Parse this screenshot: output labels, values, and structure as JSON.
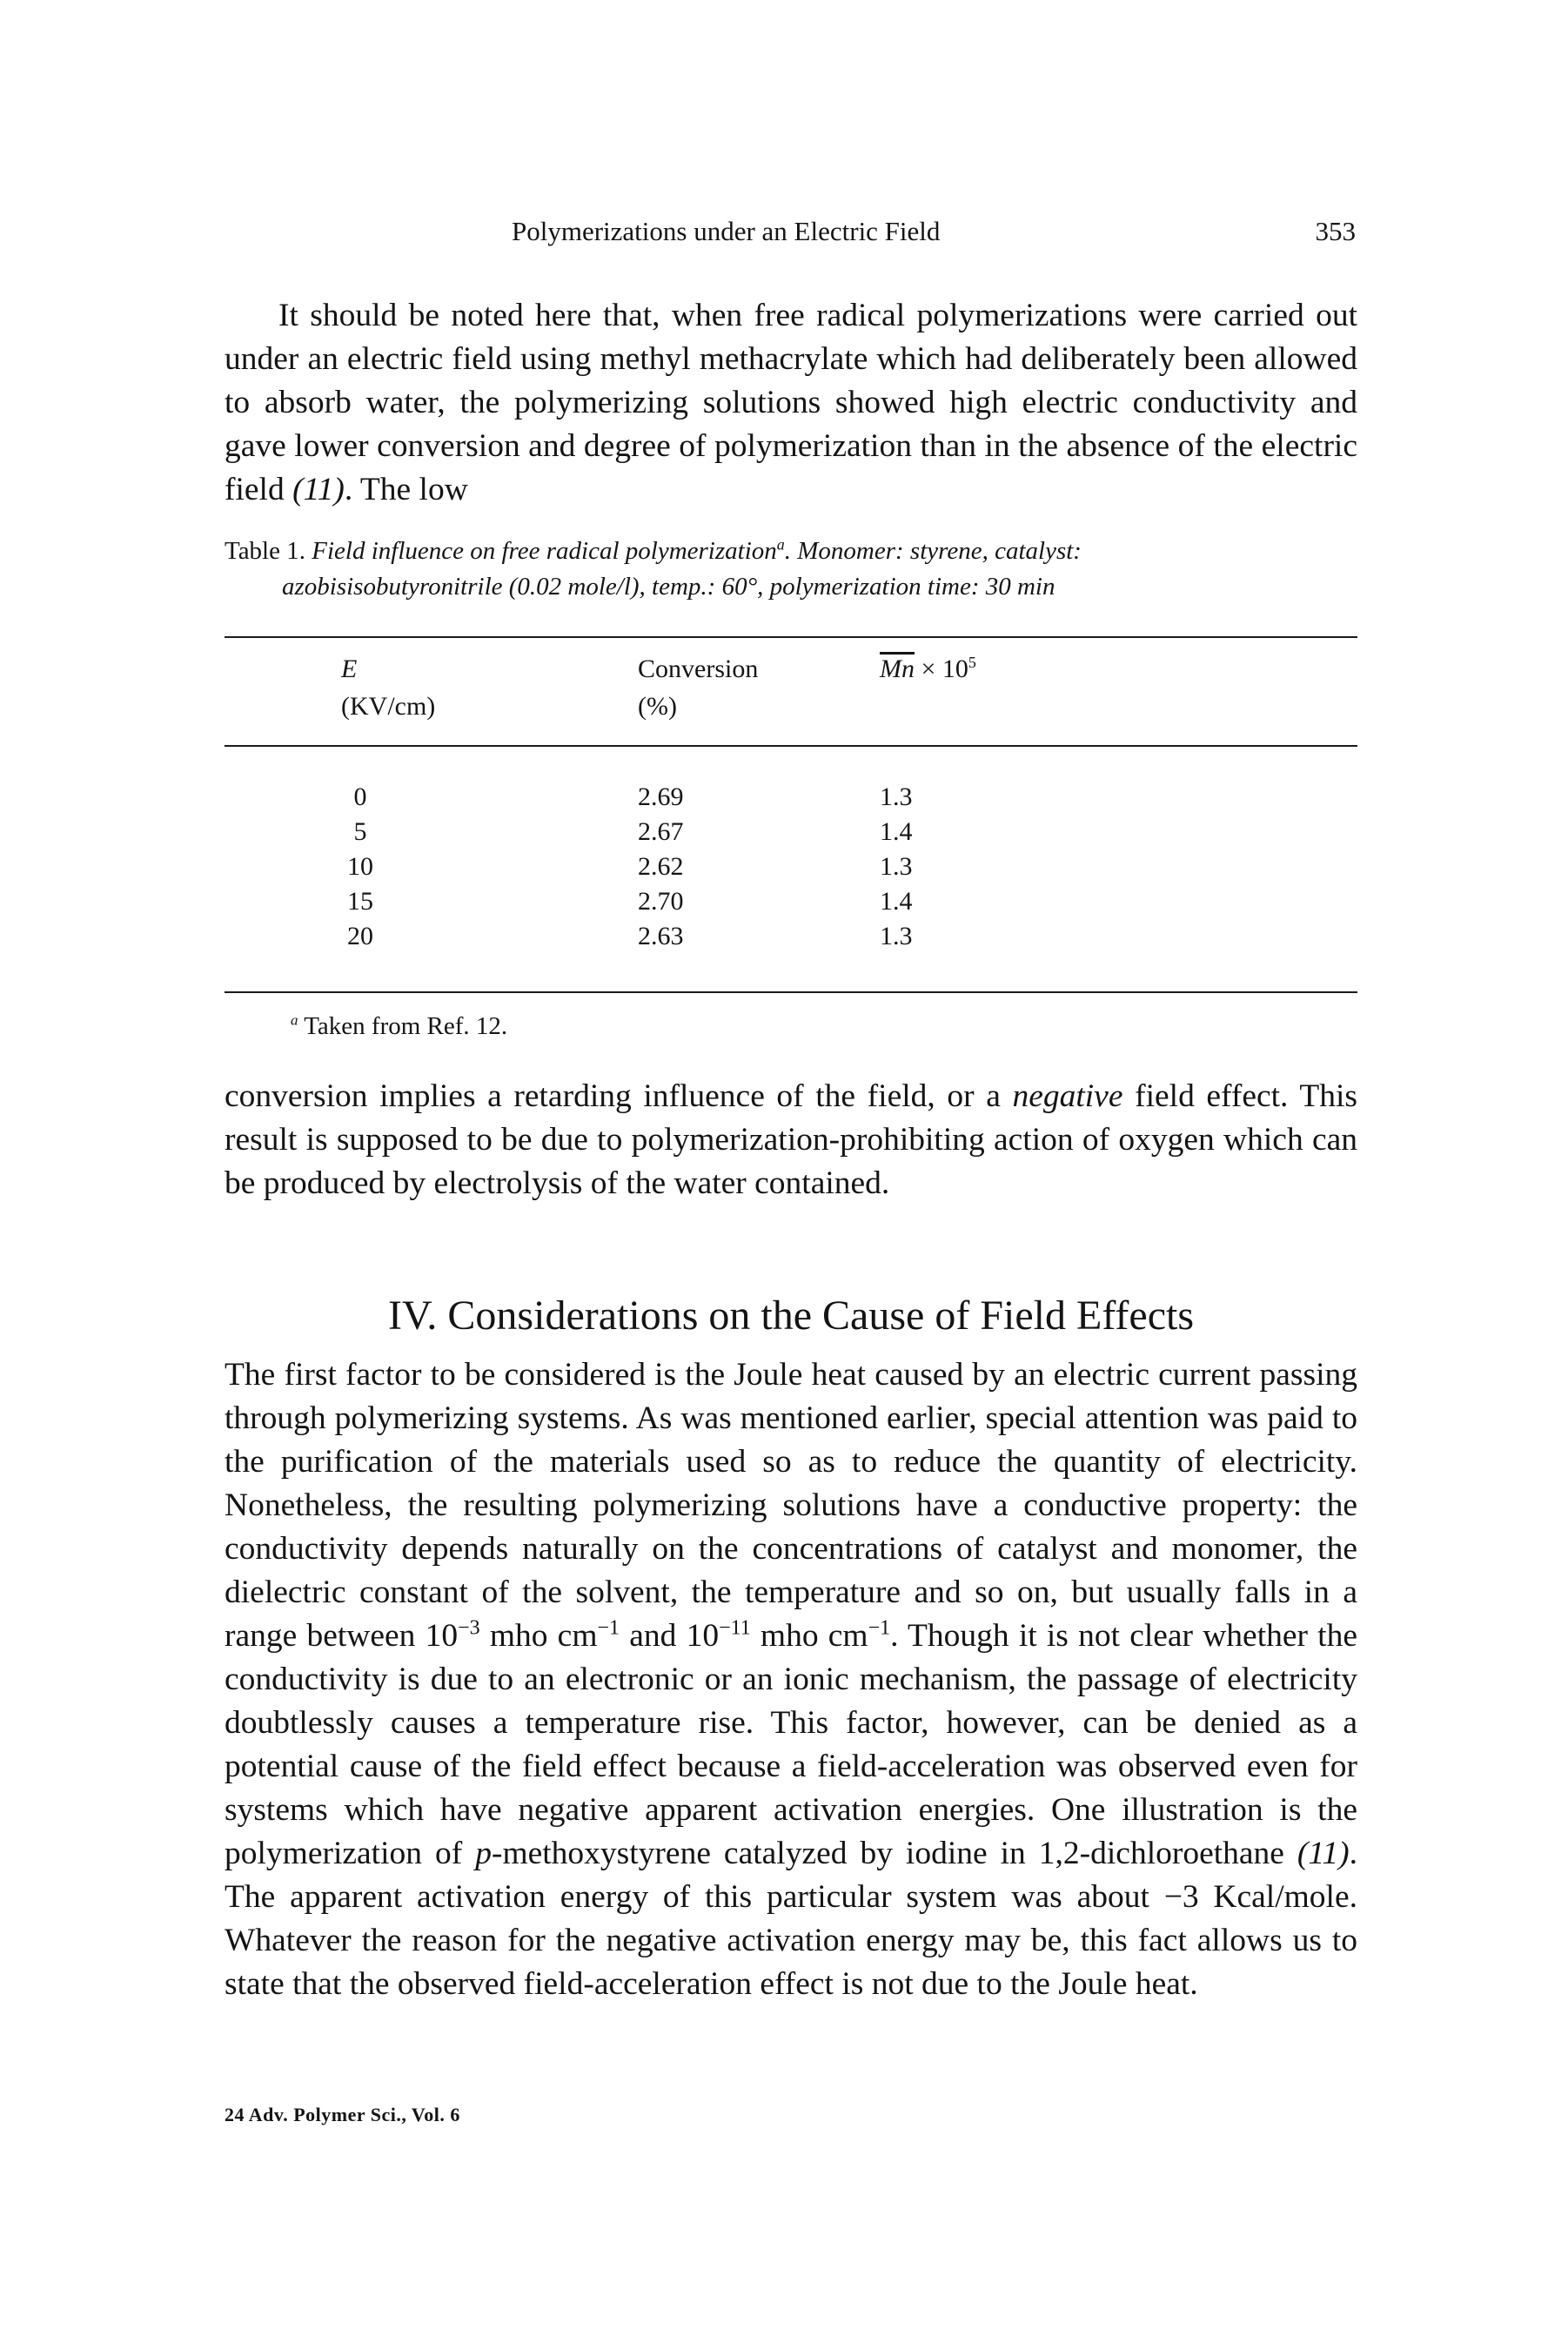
{
  "header": {
    "running_title": "Polymerizations under an Electric Field",
    "page_number": "353"
  },
  "para1": {
    "text": "It should be noted here that, when free radical polymerizations were carried out under an electric field using methyl methacrylate which had deliberately been allowed to absorb water, the polymerizing solutions showed high electric conductivity and gave lower conversion and degree of polymerization than in the absence of the electric field",
    "ref": "(11)",
    "tail": ". The low"
  },
  "table": {
    "caption": {
      "label": "Table 1.",
      "title": "Field influence on free radical polymerization",
      "title_mark": "a",
      "details_line1": ". Monomer: styrene, catalyst:",
      "details_line2": "azobisisobutyronitrile (0.02 mole/l), temp.: 60°, polymerization time: 30 min"
    },
    "headers": {
      "e_symbol": "E",
      "e_unit": "(KV/cm)",
      "conversion": "Conversion",
      "conversion_unit": "(%)",
      "mn_symbol": "Mn",
      "mn_times": "× 10",
      "mn_exp": "5"
    },
    "rows": [
      {
        "e": "0",
        "conversion": "2.69",
        "mn": "1.3"
      },
      {
        "e": "5",
        "conversion": "2.67",
        "mn": "1.4"
      },
      {
        "e": "10",
        "conversion": "2.62",
        "mn": "1.3"
      },
      {
        "e": "15",
        "conversion": "2.70",
        "mn": "1.4"
      },
      {
        "e": "20",
        "conversion": "2.63",
        "mn": "1.3"
      }
    ],
    "footnote_mark": "a",
    "footnote": "Taken from Ref. 12."
  },
  "para2": {
    "text_a": "conversion implies a retarding influence of the field, or a",
    "emphasis": "negative",
    "text_b": "field effect. This result is supposed to be due to polymerization-prohibiting action of oxygen which can be produced by electrolysis of the water contained."
  },
  "section": {
    "heading": "IV. Considerations on the Cause of Field Effects"
  },
  "para3": {
    "p1": "The first factor to be considered is the Joule heat caused by an electric current passing through polymerizing systems. As was mentioned earlier, special attention was paid to the purification of the materials used so as to reduce the quantity of electricity. Nonetheless, the resulting polymerizing solutions have a conductive property: the conductivity depends naturally on the concentrations of catalyst and monomer, the dielectric constant of the solvent, the temperature and so on, but usually falls in a range between 10",
    "exp1": "−3",
    "p2": " mho cm",
    "exp2": "−1",
    "p3": " and 10",
    "exp3": "−11",
    "p4": " mho cm",
    "exp4": "−1",
    "p5": ". Though it is not clear whether the conductivity is due to an electronic or an ionic mechanism, the passage of electricity doubtlessly causes a temperature rise. This factor, however, can be denied as a potential cause of the field effect because a field-acceleration was observed even for systems which have negative apparent activation energies. One illustration is the polymerization of ",
    "p_italic": "p",
    "p6": "-methoxystyrene catalyzed by iodine in 1,2-dichloroethane ",
    "ref": "(11)",
    "p7": ". The apparent activation energy of this particular system was about −3 Kcal/mole. Whatever the reason for the negative activation energy may be, this fact allows us to state that the observed field-acceleration effect is not due to the Joule heat."
  },
  "footer": {
    "text": "24 Adv. Polymer Sci., Vol. 6"
  }
}
